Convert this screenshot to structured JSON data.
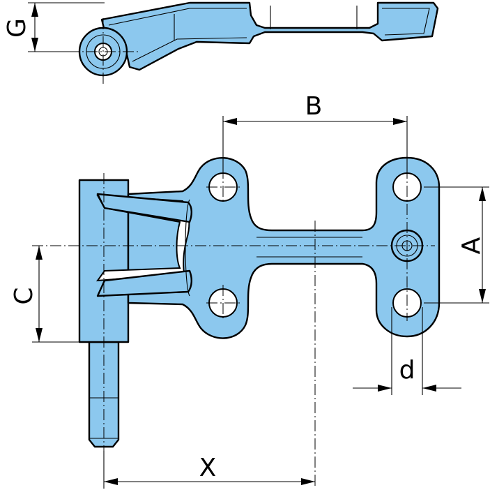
{
  "drawing": {
    "part_fill": "#8cc8ee",
    "line_color": "#000000",
    "dimensions": {
      "A": "A",
      "B": "B",
      "C": "C",
      "d": "d",
      "G": "G",
      "X": "X"
    }
  }
}
